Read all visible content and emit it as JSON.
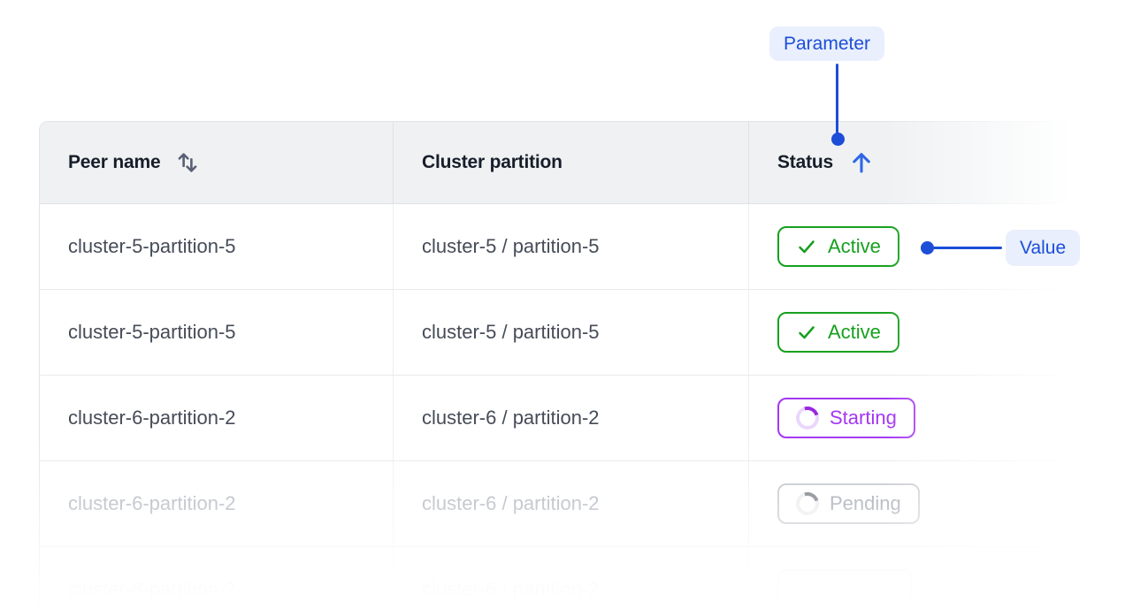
{
  "annotations": {
    "parameter": {
      "label": "Parameter"
    },
    "value": {
      "label": "Value"
    },
    "accent_color": "#1c4ed8",
    "pill_bg_color": "#e9effc"
  },
  "table": {
    "columns": [
      {
        "label": "Peer name",
        "sort_state": "sortable",
        "sort_icon": "sort-arrows-icon"
      },
      {
        "label": "Cluster partition",
        "sort_state": "none"
      },
      {
        "label": "Status",
        "sort_state": "ascending",
        "sort_icon": "arrow-up-icon"
      }
    ],
    "rows": [
      {
        "peer_name": "cluster-5-partition-5",
        "cluster_partition": "cluster-5 / partition-5",
        "status": {
          "label": "Active",
          "state": "active",
          "icon": "check-icon",
          "color": "#16a01e"
        }
      },
      {
        "peer_name": "cluster-5-partition-5",
        "cluster_partition": "cluster-5 / partition-5",
        "status": {
          "label": "Active",
          "state": "active",
          "icon": "check-icon",
          "color": "#16a01e"
        }
      },
      {
        "peer_name": "cluster-6-partition-2",
        "cluster_partition": "cluster-6 / partition-2",
        "status": {
          "label": "Starting",
          "state": "starting",
          "icon": "spinner-icon",
          "color": "#a436f2"
        }
      },
      {
        "peer_name": "cluster-6-partition-2",
        "cluster_partition": "cluster-6 / partition-2",
        "status": {
          "label": "Pending",
          "state": "pending",
          "icon": "spinner-icon",
          "color": "#8a919c"
        }
      },
      {
        "peer_name": "cluster-6-partition-2",
        "cluster_partition": "cluster-6 / partition-2",
        "status": {
          "label": "",
          "state": "empty",
          "icon": "",
          "color": "#d7dade"
        }
      }
    ]
  }
}
